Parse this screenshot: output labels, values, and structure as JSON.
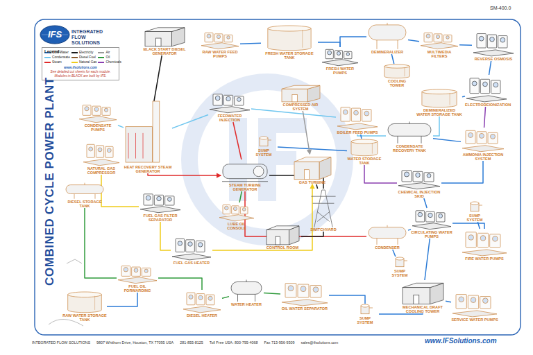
{
  "diagram": {
    "title": "COMBINED CYCLE POWER PLANT",
    "nodes": [
      {
        "text": [
          "BLACK START DIESEL GENERATOR"
        ]
      },
      {
        "text": [
          "RAW WATER FEED PUMPS"
        ]
      },
      {
        "text": [
          "FRESH WATER STORAGE TANK"
        ]
      },
      {
        "text": [
          "FRESH WATER PUMPS"
        ]
      },
      {
        "text": [
          "DEMINERALIZER"
        ]
      },
      {
        "text": [
          "MULTIMEDIA FILTERS"
        ]
      },
      {
        "text": [
          "REVERSE OSMOSIS"
        ]
      },
      {
        "text": [
          "COOLING TOWER"
        ]
      },
      {
        "text": [
          "DEMINERALIZED WATER STORAGE TANK"
        ]
      },
      {
        "text": [
          "ELECTRODEIONIZATION"
        ]
      },
      {
        "text": [
          "HEAT RECOVERY STEAM GENERATOR"
        ]
      },
      {
        "text": [
          "CONDENSATE PUMPS"
        ]
      },
      {
        "text": [
          "FEEDWATER INJECTION"
        ]
      },
      {
        "text": [
          "COMPRESSED AIR SYSTEM"
        ]
      },
      {
        "text": [
          "BOILER FEED PUMPS"
        ]
      },
      {
        "text": [
          "CONDENSATE RECOVERY TANK"
        ]
      },
      {
        "text": [
          "SUMP SYSTEM"
        ]
      },
      {
        "text": [
          "WATER STORAGE TANK"
        ]
      },
      {
        "text": [
          "STEAM TURBINE GENERATOR"
        ]
      },
      {
        "text": [
          "GAS TURBINE"
        ]
      },
      {
        "text": [
          "AMMONIA INJECTION SYSTEM"
        ]
      },
      {
        "text": [
          "CHEMICAL INJECTION SKID"
        ]
      },
      {
        "text": [
          "NATURAL GAS COMPRESSOR"
        ]
      },
      {
        "text": [
          "DIESEL STORAGE TANK"
        ]
      },
      {
        "text": [
          "FUEL GAS FILTER SEPARATOR"
        ]
      },
      {
        "text": [
          "LUBE OIL CONSOLE"
        ]
      },
      {
        "text": [
          "SWITCHYARD"
        ]
      },
      {
        "text": [
          "CONTROL ROOM"
        ]
      },
      {
        "text": [
          "SUMP SYSTEM"
        ]
      },
      {
        "text": [
          "CONDENSER"
        ]
      },
      {
        "text": [
          "CIRCULATING WATER PUMPS"
        ]
      },
      {
        "text": [
          "FIRE WATER PUMPS"
        ]
      },
      {
        "text": [
          "SUMP SYSTEM"
        ]
      },
      {
        "text": [
          "FUEL GAS HEATER"
        ]
      },
      {
        "text": [
          "FUEL OIL FORWARDING"
        ]
      },
      {
        "text": [
          "DIESEL HEATER"
        ]
      },
      {
        "text": [
          "WATER HEATER"
        ]
      },
      {
        "text": [
          "OIL WATER SEPARATOR"
        ]
      },
      {
        "text": [
          "SUMP SYSTEM"
        ]
      },
      {
        "text": [
          "MECHANICAL DRAFT COOLING TOWER"
        ]
      },
      {
        "text": [
          "SERVICE WATER PUMPS"
        ]
      },
      {
        "text": [
          "RAW WATER STORAGE TANK"
        ]
      }
    ],
    "edges": [
      {
        "from": 1,
        "to": 2,
        "arrow": "none"
      },
      {
        "from": 2,
        "to": 3,
        "arrow": "none"
      },
      {
        "from": 3,
        "to": 4,
        "arrow": "none"
      },
      {
        "from": 4,
        "to": 5,
        "arrow": "none"
      },
      {
        "from": 5,
        "to": 6,
        "arrow": "none"
      },
      {
        "from": 6,
        "to": 9,
        "arrow": "none"
      },
      {
        "from": 9,
        "to": 8,
        "arrow": "none"
      },
      {
        "from": 4,
        "to": 7,
        "arrow": "none"
      },
      {
        "from": 8,
        "to": 15,
        "arrow": "none"
      },
      {
        "from": 15,
        "to": 14,
        "arrow": "none"
      },
      {
        "from": 14,
        "to": 12,
        "arrow": "none"
      },
      {
        "from": 12,
        "to": 10,
        "arrow": "none"
      },
      {
        "from": 11,
        "to": 10,
        "arrow": "none"
      },
      {
        "from": 14,
        "to": 17,
        "arrow": "none"
      },
      {
        "from": 17,
        "to": 16,
        "arrow": "none"
      },
      {
        "from": 15,
        "to": 20,
        "arrow": "none"
      },
      {
        "from": 20,
        "to": 21,
        "arrow": "none"
      },
      {
        "from": 21,
        "to": 30,
        "arrow": "none"
      },
      {
        "from": 30,
        "to": 29,
        "arrow": "none"
      },
      {
        "from": 30,
        "to": 31,
        "arrow": "none"
      },
      {
        "from": 31,
        "to": 28,
        "arrow": "none"
      },
      {
        "from": 29,
        "to": 32,
        "arrow": "none"
      },
      {
        "from": 39,
        "to": 30,
        "arrow": "none"
      },
      {
        "from": 39,
        "to": 40,
        "arrow": "none"
      },
      {
        "from": 38,
        "to": 39,
        "arrow": "none"
      },
      {
        "from": 37,
        "to": 38,
        "arrow": "none"
      },
      {
        "from": 10,
        "to": 18,
        "arrow": "to"
      },
      {
        "from": 18,
        "to": 29,
        "arrow": "none"
      },
      {
        "from": 12,
        "to": 18,
        "arrow": "none"
      },
      {
        "from": 22,
        "to": 24,
        "arrow": "none"
      },
      {
        "from": 24,
        "to": 33,
        "arrow": "none"
      },
      {
        "from": 33,
        "to": 19,
        "arrow": "to"
      },
      {
        "from": 19,
        "to": 26,
        "arrow": "none"
      },
      {
        "from": 18,
        "to": 26,
        "arrow": "none"
      },
      {
        "from": 26,
        "to": 27,
        "arrow": "none"
      },
      {
        "from": 0,
        "to": 10,
        "arrow": "none"
      },
      {
        "from": 13,
        "to": 19,
        "arrow": "to"
      },
      {
        "from": 25,
        "to": 18,
        "arrow": "none"
      },
      {
        "from": 23,
        "to": 34,
        "arrow": "none"
      },
      {
        "from": 34,
        "to": 35,
        "arrow": "none"
      },
      {
        "from": 35,
        "to": 36,
        "arrow": "none"
      },
      {
        "from": 36,
        "to": 37,
        "arrow": "none"
      },
      {
        "from": 41,
        "to": 34,
        "arrow": "none"
      },
      {
        "from": 21,
        "to": 17,
        "arrow": "none"
      },
      {
        "from": 20,
        "to": 9,
        "arrow": "none"
      }
    ],
    "labels": [
      "SM-400.0",
      "IFS",
      "INTEGRATED FLOW SOLUTIONS",
      "Legend:",
      "www.ifsolutions.com",
      "See detailed cut sheets for each module.",
      "Modules in BLACK are built by IFS.",
      "INTEGRATED FLOW SOLUTIONS",
      "9807 Whithorn Drive, Houston, TX 77095 USA",
      "281-855-8125",
      "Toll Free USA: 800-795-4068",
      "Fax 713-956-9309",
      "sales@ifsolutions.com",
      "www.IFSolutions.com"
    ],
    "legend": [
      {
        "text": "Cold Water",
        "color": "#2b7bd6"
      },
      {
        "text": "Condensate",
        "color": "#6fc6ef"
      },
      {
        "text": "Steam",
        "color": "#e02a2a"
      },
      {
        "text": "Electricity",
        "color": "#1a1a1a"
      },
      {
        "text": "Diesel Fuel",
        "color": "#8b5a2b"
      },
      {
        "text": "Natural Gas",
        "color": "#f0cc1a"
      },
      {
        "text": "Air",
        "color": "#9a9a9a"
      },
      {
        "text": "Oil",
        "color": "#2f9a3b"
      },
      {
        "text": "Chemicals",
        "color": "#8a3fb0"
      }
    ]
  }
}
